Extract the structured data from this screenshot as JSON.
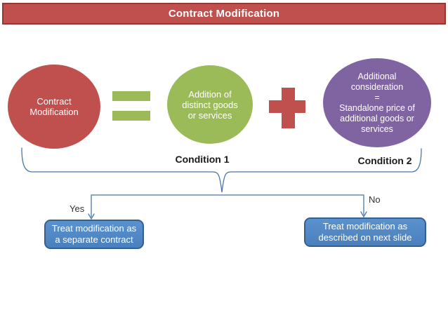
{
  "slide": {
    "title": "Contract Modification",
    "colors": {
      "red": "#C0504D",
      "red_border": "#953735",
      "green": "#9BBB59",
      "purple": "#8064A2",
      "box_blue": "#4E86C8",
      "box_border_blue": "#365F91",
      "connector_blue": "#4878A8"
    },
    "shapes": {
      "contract_circle_text": "Contract\nModification",
      "addition_circle_text": "Addition of\ndistinct goods\nor services",
      "consideration_ellipse_text": "Additional\nconsideration\n=\nStandalone price of\nadditional goods or\nservices"
    },
    "icons": {
      "equals": "equals-icon",
      "plus": "plus-icon"
    },
    "labels": {
      "condition_1": "Condition 1",
      "condition_2": "Condition 2",
      "yes": "Yes",
      "no": "No"
    },
    "boxes": {
      "left": "Treat modification as\na separate contract",
      "right": "Treat modification as\ndescribed on next slide"
    }
  }
}
